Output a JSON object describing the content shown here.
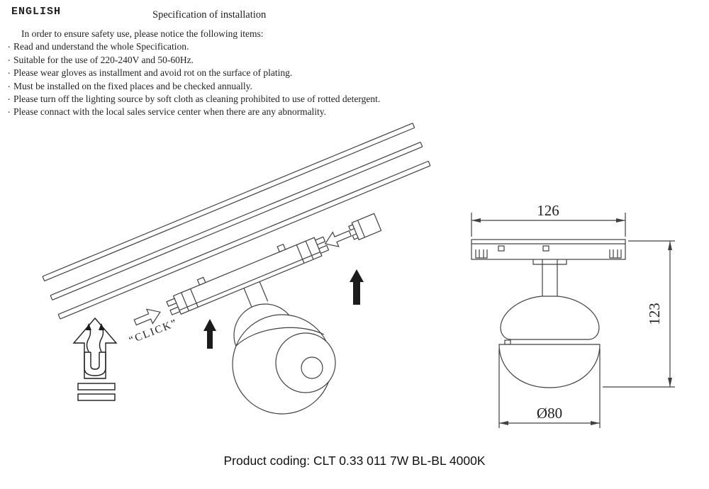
{
  "header": {
    "language_label": "ENGLISH",
    "title": "Specification of installation"
  },
  "safety": {
    "intro": "In order to ensure safety use, please notice the following items:",
    "items": [
      "Read and understand the whole Specification.",
      "Suitable for the use of 220-240V and 50-60Hz.",
      "Please wear gloves as installment and avoid rot on the surface of plating.",
      "Must be installed on the fixed places and be checked annually.",
      "Please turn off the lighting source by soft cloth as cleaning prohibited to use of rotted detergent.",
      "Please connact with the local sales service center when there are any abnormality."
    ]
  },
  "install_diagram": {
    "click_label": "“CLICK”"
  },
  "dimensions": {
    "width": "126",
    "height": "123",
    "diameter": "Ø80"
  },
  "footer": {
    "product_coding": "Product coding: CLT 0.33 011 7W BL-BL 4000K"
  }
}
